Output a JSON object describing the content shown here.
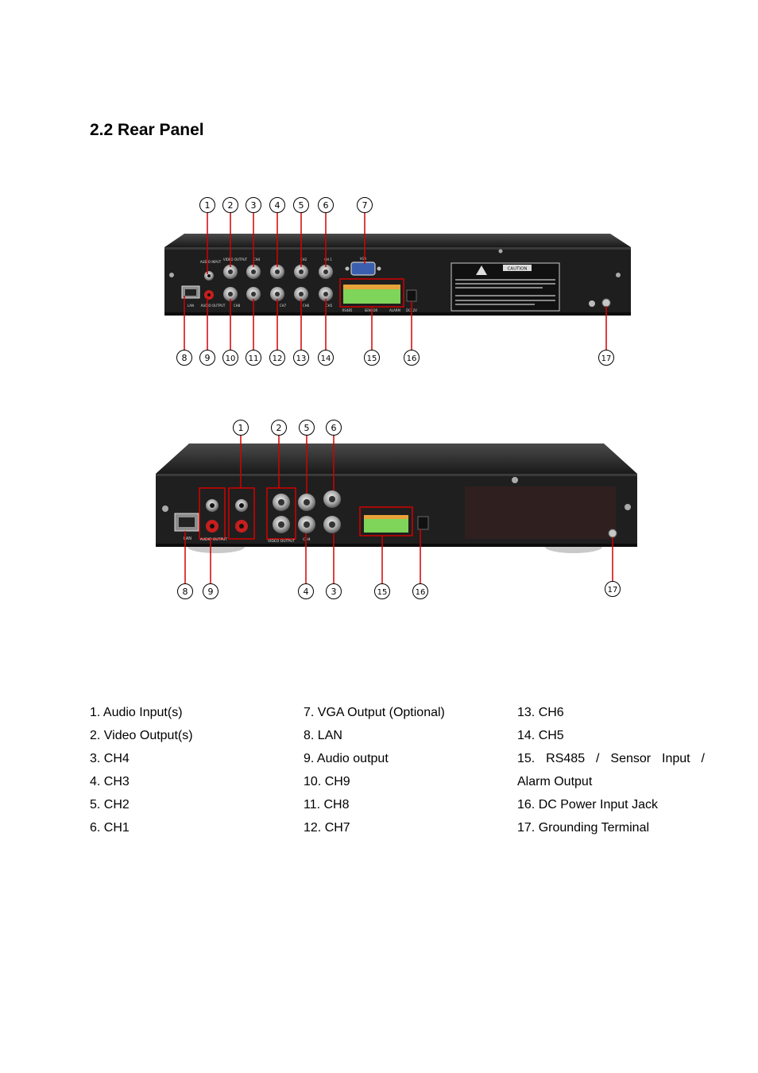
{
  "heading": "2.2 Rear Panel",
  "legend": {
    "col1": [
      "1. Audio Input(s)",
      "2. Video Output(s)",
      "3. CH4",
      "4. CH3",
      "5. CH2",
      "6. CH1"
    ],
    "col2": [
      "7. VGA Output (Optional)",
      "8. LAN",
      "9. Audio output",
      "10. CH9",
      "11. CH8",
      "12. CH7"
    ],
    "col3": [
      "13. CH6",
      "14. CH5",
      "15.",
      "RS485",
      "/",
      "Sensor",
      "Input",
      "/",
      "Alarm Output",
      "16. DC Power Input Jack",
      "17. Grounding Terminal"
    ]
  },
  "callouts_top": [
    "1",
    "2",
    "3",
    "4",
    "5",
    "6",
    "7",
    "8",
    "9",
    "10",
    "11",
    "12",
    "13",
    "14",
    "15",
    "16",
    "17"
  ],
  "callouts_bottom": [
    "1",
    "2",
    "5",
    "6",
    "8",
    "9",
    "4",
    "3",
    "15",
    "16",
    "17"
  ],
  "panel_labels": {
    "lan": "LAN",
    "audio_input": "AUDIO INPUT",
    "video_output": "VIDEO OUTPUT",
    "audio_output": "AUDIO OUTPUT",
    "ch4": "CH4",
    "ch2": "CH2",
    "ch1": "CH 1",
    "ch8": "CH8",
    "ch7": "CH7",
    "ch6": "CH6",
    "ch5": "CH5",
    "vga": "VGA",
    "rs485": "RS485",
    "sensor": "SENSOR",
    "alarm": "ALARM",
    "dc12v": "DC12V",
    "caution": "CAUTION"
  },
  "colors": {
    "callout_line": "#d40000",
    "panel": "#1e1e1e",
    "chrome": "#bfbfbf",
    "terminal": "#7fd45a",
    "terminal_pins": "#e8a23a"
  }
}
